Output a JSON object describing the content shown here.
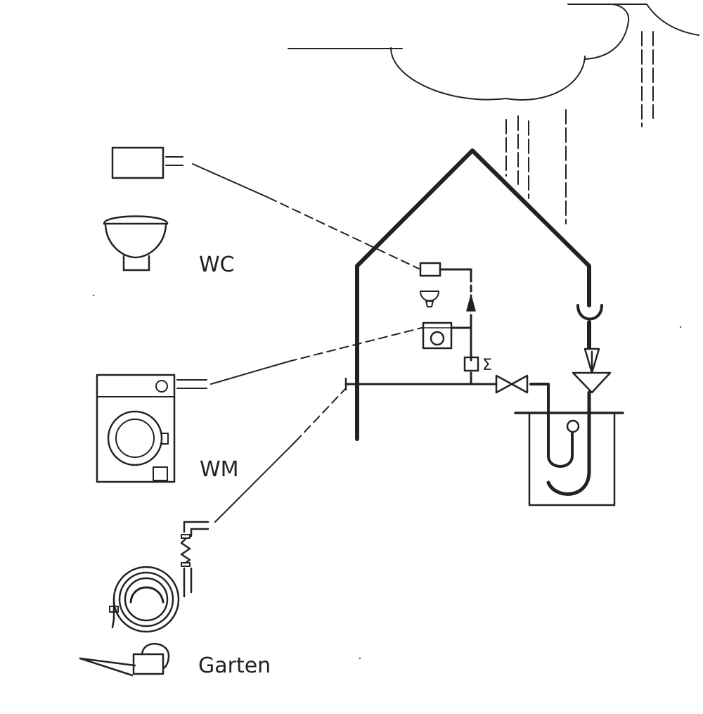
{
  "labels": {
    "wc": "WC",
    "wm": "WM",
    "garden": "Garten",
    "sum_symbol": "Σ"
  },
  "colors": {
    "ink": "#222222",
    "paper": "#ffffff"
  },
  "icons": [
    "cloud-icon",
    "rain-icon",
    "house-icon",
    "cistern-icon",
    "toilet-icon",
    "washing-machine-icon",
    "hose-reel-icon",
    "watering-can-icon",
    "valve-icon",
    "filter-icon",
    "tank-icon",
    "pump-icon"
  ]
}
